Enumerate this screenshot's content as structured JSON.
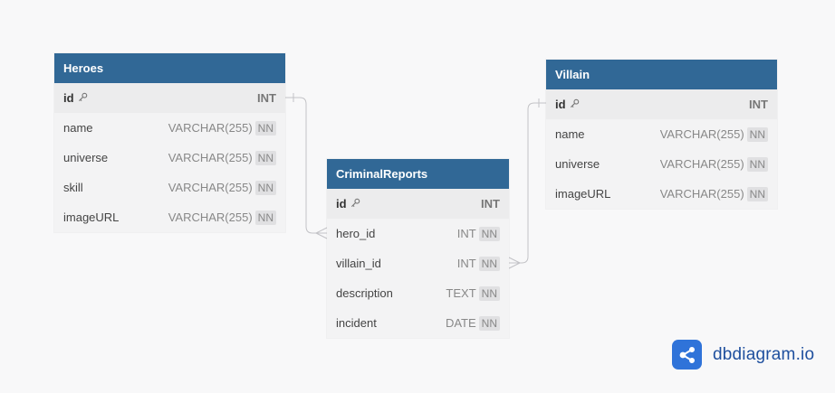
{
  "tables": {
    "heroes": {
      "title": "Heroes",
      "fields": [
        {
          "name": "id",
          "type": "INT",
          "pk": true,
          "nn": false
        },
        {
          "name": "name",
          "type": "VARCHAR(255)",
          "pk": false,
          "nn": true
        },
        {
          "name": "universe",
          "type": "VARCHAR(255)",
          "pk": false,
          "nn": true
        },
        {
          "name": "skill",
          "type": "VARCHAR(255)",
          "pk": false,
          "nn": true
        },
        {
          "name": "imageURL",
          "type": "VARCHAR(255)",
          "pk": false,
          "nn": true
        }
      ]
    },
    "villain": {
      "title": "Villain",
      "fields": [
        {
          "name": "id",
          "type": "INT",
          "pk": true,
          "nn": false
        },
        {
          "name": "name",
          "type": "VARCHAR(255)",
          "pk": false,
          "nn": true
        },
        {
          "name": "universe",
          "type": "VARCHAR(255)",
          "pk": false,
          "nn": true
        },
        {
          "name": "imageURL",
          "type": "VARCHAR(255)",
          "pk": false,
          "nn": true
        }
      ]
    },
    "criminal_reports": {
      "title": "CriminalReports",
      "fields": [
        {
          "name": "id",
          "type": "INT",
          "pk": true,
          "nn": false
        },
        {
          "name": "hero_id",
          "type": "INT",
          "pk": false,
          "nn": true
        },
        {
          "name": "villain_id",
          "type": "INT",
          "pk": false,
          "nn": true
        },
        {
          "name": "description",
          "type": "TEXT",
          "pk": false,
          "nn": true
        },
        {
          "name": "incident",
          "type": "DATE",
          "pk": false,
          "nn": true
        }
      ]
    }
  },
  "relationships": [
    {
      "from": "heroes.id",
      "to": "criminal_reports.hero_id",
      "cardinality": "one-to-many"
    },
    {
      "from": "villain.id",
      "to": "criminal_reports.villain_id",
      "cardinality": "one-to-many"
    }
  ],
  "badge_label": "NN",
  "logo": {
    "text": "dbdiagram.io",
    "icon": "share-nodes-icon"
  },
  "colors": {
    "header": "#316896",
    "logo": "#2f73d9",
    "connector": "#c2c2c6"
  }
}
